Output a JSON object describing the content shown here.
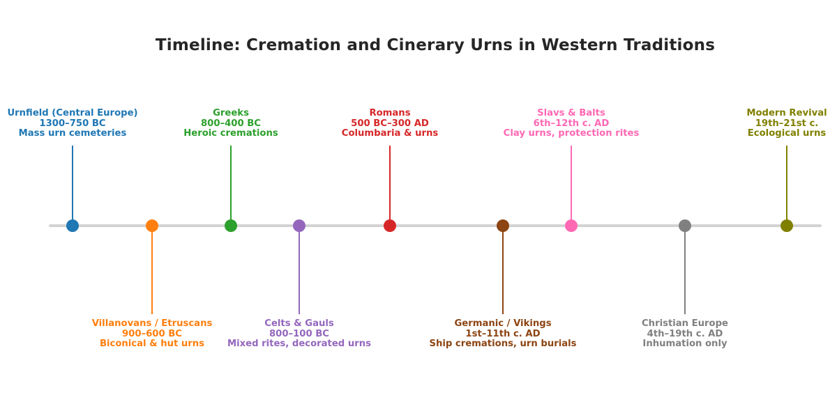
{
  "title": "Timeline: Cremation and Cinerary Urns in Western Traditions",
  "events": [
    {
      "name": "Urnfield (Central Europe)",
      "period": "1300–750 BC",
      "note": "Mass urn cemeteries",
      "color": "#1f77b4",
      "side": "above"
    },
    {
      "name": "Villanovans / Etruscans",
      "period": "900–600 BC",
      "note": "Biconical & hut urns",
      "color": "#ff7f0e",
      "side": "below"
    },
    {
      "name": "Greeks",
      "period": "800–400 BC",
      "note": "Heroic cremations",
      "color": "#2ca02c",
      "side": "above"
    },
    {
      "name": "Celts & Gauls",
      "period": "800–100 BC",
      "note": "Mixed rites, decorated urns",
      "color": "#9467bd",
      "side": "below"
    },
    {
      "name": "Romans",
      "period": "500 BC–300 AD",
      "note": "Columbaria & urns",
      "color": "#d62728",
      "side": "above"
    },
    {
      "name": "Germanic / Vikings",
      "period": "1st–11th c. AD",
      "note": "Ship cremations, urn burials",
      "color": "#8c4513",
      "side": "below"
    },
    {
      "name": "Slavs & Balts",
      "period": "6th–12th c. AD",
      "note": "Clay urns, protection rites",
      "color": "#ff69b4",
      "side": "above"
    },
    {
      "name": "Christian Europe",
      "period": "4th–19th c. AD",
      "note": "Inhumation only",
      "color": "#808080",
      "side": "below"
    },
    {
      "name": "Modern Revival",
      "period": "19th–21st c.",
      "note": "Ecological urns",
      "color": "#808000",
      "side": "above"
    }
  ]
}
